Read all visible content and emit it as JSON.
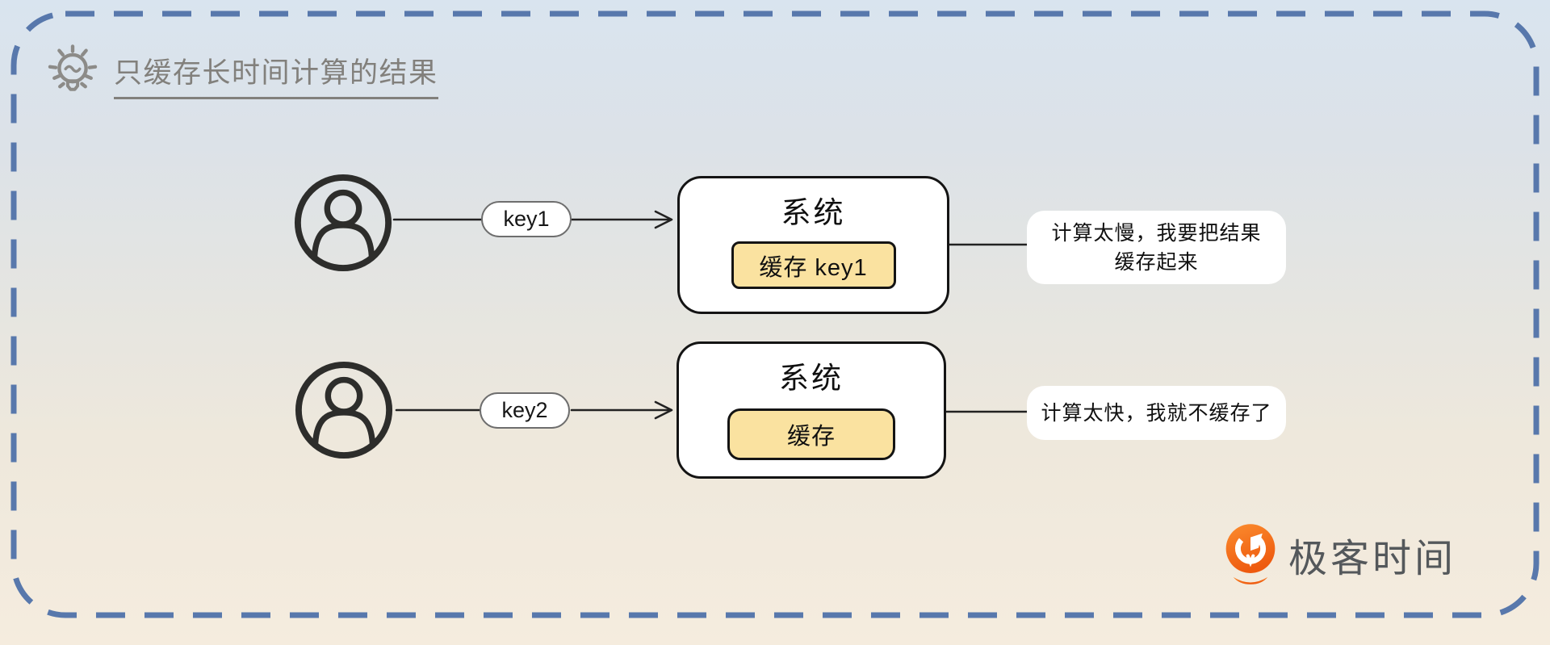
{
  "header": {
    "title": "只缓存长时间计算的结果"
  },
  "flows": [
    {
      "key_label": "key1",
      "system": {
        "title": "系统",
        "cache_label": "缓存 key1"
      },
      "bubble": {
        "line1": "计算太慢，我要把结果",
        "line2": "缓存起来"
      }
    },
    {
      "key_label": "key2",
      "system": {
        "title": "系统",
        "cache_label": "缓存"
      },
      "bubble": {
        "line1": "计算太快，我就不缓存了"
      }
    }
  ],
  "brand": {
    "name": "极客时间"
  },
  "icons": {
    "hint": "lightbulb",
    "actor": "person-in-circle",
    "brand": "geektime-pin-logo"
  },
  "colors": {
    "frame_dash": "#5878ac",
    "title_gray": "#82807c",
    "cache_fill": "#fae2a0",
    "box_border": "#141414",
    "bubble_bg": "#ffffff",
    "brand_orange": "#f06010",
    "brand_text": "#54585b",
    "bg_top": "#d9e4ef",
    "bg_bottom": "#f5ecde"
  }
}
